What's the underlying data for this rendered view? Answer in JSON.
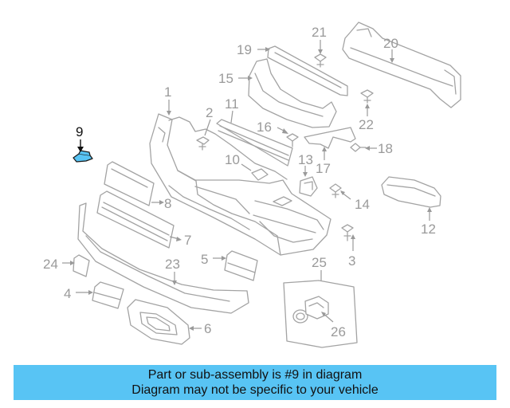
{
  "diagram": {
    "callouts": {
      "c1": "1",
      "c2": "2",
      "c3": "3",
      "c4": "4",
      "c5": "5",
      "c6": "6",
      "c7": "7",
      "c8": "8",
      "c9": "9",
      "c10": "10",
      "c11": "11",
      "c12": "12",
      "c13": "13",
      "c14": "14",
      "c15": "15",
      "c16": "16",
      "c17": "17",
      "c18": "18",
      "c19": "19",
      "c20": "20",
      "c21": "21",
      "c22": "22",
      "c23": "23",
      "c24": "24",
      "c25": "25",
      "c26": "26"
    },
    "highlighted_part": "9",
    "highlight_color": "#58c4f4",
    "line_color": "#a3a3a3"
  },
  "banner": {
    "line1": "Part or sub-assembly is #9 in diagram",
    "line2": "Diagram may not be specific to your vehicle",
    "background": "#58c4f4"
  }
}
